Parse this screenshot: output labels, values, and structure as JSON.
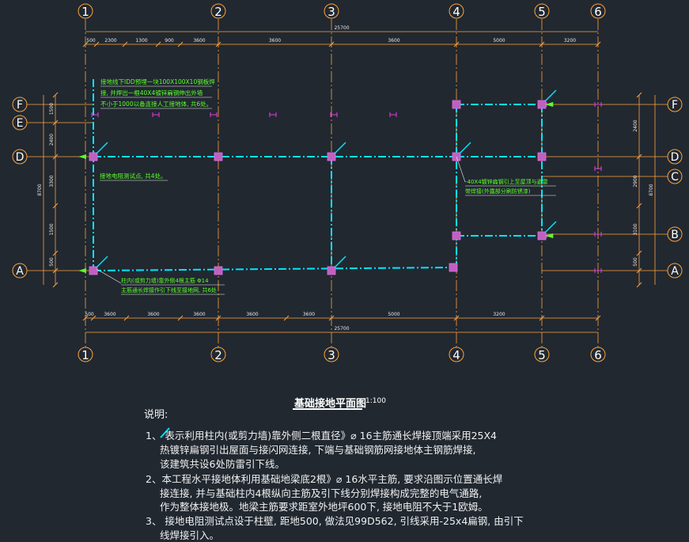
{
  "colors": {
    "background": "#212830",
    "axis": "#ffa23a",
    "dimension": "#ffa23a",
    "grounding_line": "#00e5ff",
    "column": "#c060c0",
    "label_green": "#5dff2a",
    "tick_magenta": "#e040e0",
    "text_white": "#f2f2f2"
  },
  "axes": {
    "columns": [
      "1",
      "2",
      "3",
      "4",
      "5",
      "6"
    ],
    "rows_left": [
      "F",
      "E",
      "D",
      "A"
    ],
    "rows_right": [
      "F",
      "D",
      "C",
      "B",
      "A"
    ]
  },
  "dimensions": {
    "top_total": "25700",
    "bottom_total": "25700",
    "top_segments": [
      "500",
      "2300",
      "1300",
      "900",
      "3600",
      "3600",
      "3600",
      "5000",
      "3200"
    ],
    "bottom_segments": [
      "500",
      "3600",
      "3600",
      "3600",
      "3600",
      "3600",
      "5000",
      "3200"
    ],
    "left_total": "8700",
    "left_segments": [
      "1500",
      "2400",
      "3300",
      "1500",
      "500"
    ],
    "right_total": "8700",
    "right_segments": [
      "2400",
      "2900",
      "3100",
      "500"
    ]
  },
  "annotations": {
    "top_note": [
      "接地线下IDD预埋一块100X100X10钢板焊",
      "接, 并焊出一根40X4镀锌扁钢伸出外墙",
      "不小于1000以备连接人工接地体, 共6处。"
    ],
    "test_point": "接地电阻测试点, 共4处。",
    "right_note": [
      "-40X4镀锌扁钢引上至屋顶与避雷",
      "带焊接(外露部分刷防锈漆)"
    ],
    "bottom_note": [
      "柱内(或剪力墙)靠外侧4根主筋 Φ14",
      "主筋通长焊接作引下线至接地网, 共6处"
    ]
  },
  "title": {
    "main": "基础接地平面图",
    "scale": "1:100"
  },
  "notes": {
    "heading": "说明:",
    "lines": [
      "1、    表示利用柱内(或剪力墙)靠外侧二根直径》⌀ 16主筋通长焊接顶端采用25X4",
      "热镀锌扁钢引出屋面与接闪网连接, 下端与基础钢筋网接地体主钢筋焊接,",
      "该建筑共设6处防雷引下线。",
      "2、本工程水平接地体利用基础地梁底2根》⌀ 16水平主筋, 要求沿图示位置通长焊",
      "接连接, 并与基础柱内4根纵向主筋及引下线分别焊接构成完整的电气通路,",
      "作为整体接地极。地梁主筋要求距室外地坪600下, 接地电阻不大于1欧姆。",
      "3、 接地电阻测试点设于柱壁, 距地500, 做法见99D562, 引线采用-25x4扁钢, 由引下",
      "线焊接引入。"
    ]
  }
}
